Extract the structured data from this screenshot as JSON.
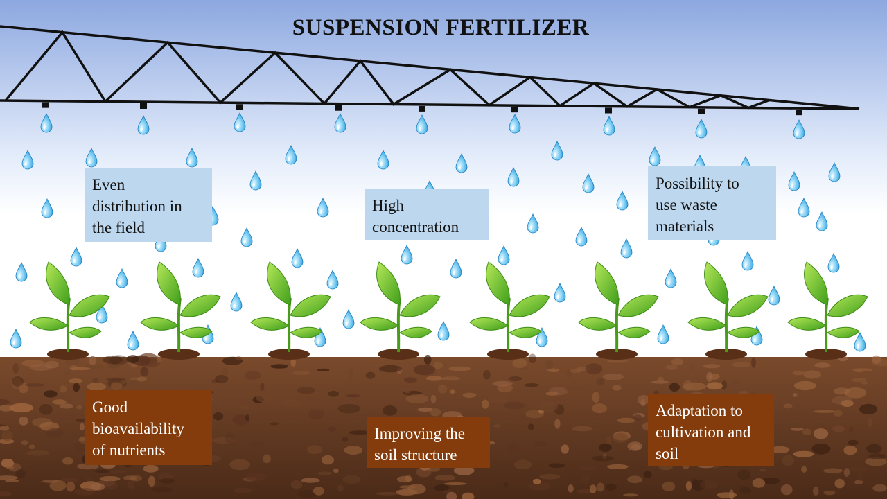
{
  "title": "SUSPENSION FERTILIZER",
  "colors": {
    "sky_top": "#8faadc",
    "sky_bottom": "#ffffff",
    "soil": "#6b3f24",
    "sky_box": "#bdd7ee",
    "soil_box": "#843c0c",
    "leaf": "#6fc42a",
    "drop": "#4fb6e8"
  },
  "sky_boxes": [
    {
      "lines": [
        "Even",
        "distribution in",
        "the field"
      ]
    },
    {
      "lines": [
        "High",
        "concentration"
      ]
    },
    {
      "lines": [
        "Possibility to",
        "use waste",
        "materials"
      ]
    }
  ],
  "soil_boxes": [
    {
      "lines": [
        "Good",
        "bioavailability",
        "of nutrients"
      ]
    },
    {
      "lines": [
        "Improving the",
        "soil structure"
      ]
    },
    {
      "lines": [
        "Adaptation to",
        "cultivation and",
        "soil"
      ]
    }
  ],
  "icons": {
    "drop": "water-drop-icon",
    "plant": "seedling-icon",
    "nozzle": "nozzle-icon"
  }
}
